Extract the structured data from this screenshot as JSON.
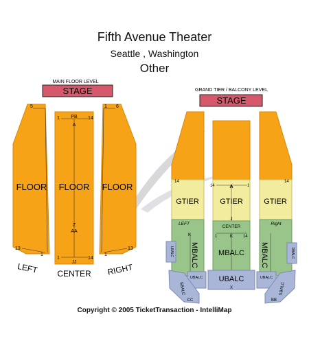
{
  "header": {
    "title": "Fifth Avenue Theater",
    "subtitle": "Seattle , Washington",
    "category": "Other"
  },
  "main_floor": {
    "level_label": "MAIN FLOOR LEVEL",
    "stage_label": "STAGE",
    "sections": {
      "left": {
        "name": "FLOOR",
        "caption": "LEFT",
        "row_top": "5",
        "row_bottom": "13",
        "seat_bottom": "1"
      },
      "center": {
        "name": "FLOOR",
        "caption": "CENTER",
        "seat_left": "1",
        "seat_right": "14",
        "row_pb": "PB",
        "row_a": "A",
        "row_z": "Z",
        "row_aa": "AA",
        "row_jj": "JJ"
      },
      "right": {
        "name": "FLOOR",
        "caption": "RIGHT",
        "seat_top_left": "1",
        "row_top": "6",
        "row_bottom": "13",
        "seat_bottom": "1"
      }
    }
  },
  "upper": {
    "level_label": "GRAND TIER / BALCONY LEVEL",
    "stage_label": "STAGE",
    "gtier": [
      "GTIER",
      "GTIER",
      "GTIER"
    ],
    "seat_14": "14",
    "seat_1": "1",
    "row_a": "A",
    "row_j": "J",
    "row_k": "K",
    "row_x": "X",
    "mbalc_left": "LEFT",
    "mbalc_center": "CENTER",
    "mbalc_right": "Right",
    "mbalc": "MBALC",
    "ubalc": "UBALC",
    "ubalc_small": "UBALC",
    "sbalc": "SBALC",
    "cc": "CC",
    "bb": "BB",
    "lbalc": "LBALC",
    "rbalc": "RBALC"
  },
  "footer": {
    "copyright": "Copyright © 2005 TicketTransaction - IntelliMap"
  },
  "colors": {
    "floor": "#f7a318",
    "stage": "#d6596b",
    "gtier": "#f2ec9f",
    "mbalc": "#99c48a",
    "ubalc": "#a9b6d8",
    "watermark": "#b9b9bf"
  }
}
